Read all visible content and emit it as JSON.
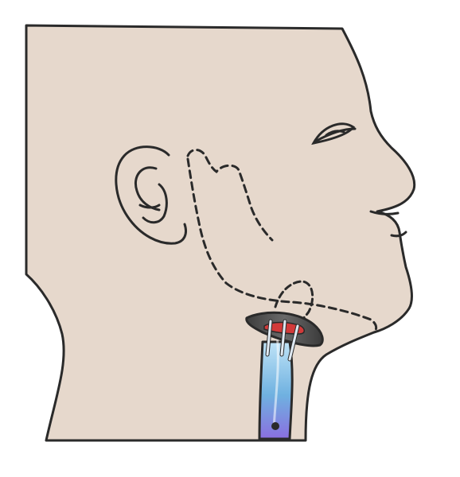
{
  "figure": {
    "kind": "medical-illustration",
    "subject": "head-and-neck-profile",
    "view": "right-lateral",
    "colors": {
      "background": "#ffffff",
      "skin": "#e6d8cc",
      "outline": "#2a2a2a",
      "dashed_line": "#2a2a2a",
      "flap_gray": "#5a5a5a",
      "accent_red": "#d23a3a",
      "device_blue": "#6fb1e0",
      "device_violet": "#8a6fe0"
    },
    "parts": [
      "head-silhouette",
      "ear",
      "eye",
      "submandibular-incision-dashed",
      "facial-incision-dashed",
      "loop-suture-dashed",
      "neck-flap",
      "drain-tube"
    ]
  }
}
